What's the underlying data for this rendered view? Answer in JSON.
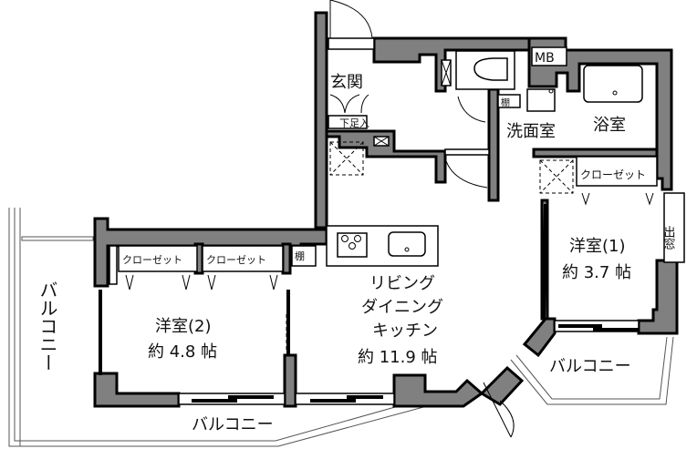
{
  "floor_plan": {
    "type": "apartment-1LDK+S-plan",
    "rooms": {
      "entrance": {
        "label": "玄関"
      },
      "shoe_storage": {
        "label": "下足入"
      },
      "meter_box": {
        "label": "MB"
      },
      "washroom": {
        "label": "洗面室"
      },
      "bathroom": {
        "label": "浴室"
      },
      "shelf_top": {
        "label": "棚"
      },
      "shelf_ldk": {
        "label": "棚"
      },
      "closet_bedroom1": {
        "label": "クローゼット"
      },
      "bedroom1": {
        "name": "洋室(1)",
        "area": "約 3.7 帖"
      },
      "bay_window": {
        "label": "出窓"
      },
      "bedroom2": {
        "name": "洋室(2)",
        "area": "約 4.8 帖"
      },
      "closet_bedroom2_a": {
        "label": "クローゼット"
      },
      "closet_bedroom2_b": {
        "label": "クローゼット"
      },
      "ldk": {
        "line1": "リビング",
        "line2": "ダイニング",
        "line3": "キッチン",
        "area": "約 11.9 帖"
      }
    },
    "balconies": {
      "west": {
        "label": "バルコニー"
      },
      "south": {
        "label": "バルコニー"
      },
      "southeast": {
        "label": "バルコニー"
      }
    },
    "colors": {
      "wall": "#808080",
      "line": "#000000",
      "background": "#ffffff"
    }
  }
}
